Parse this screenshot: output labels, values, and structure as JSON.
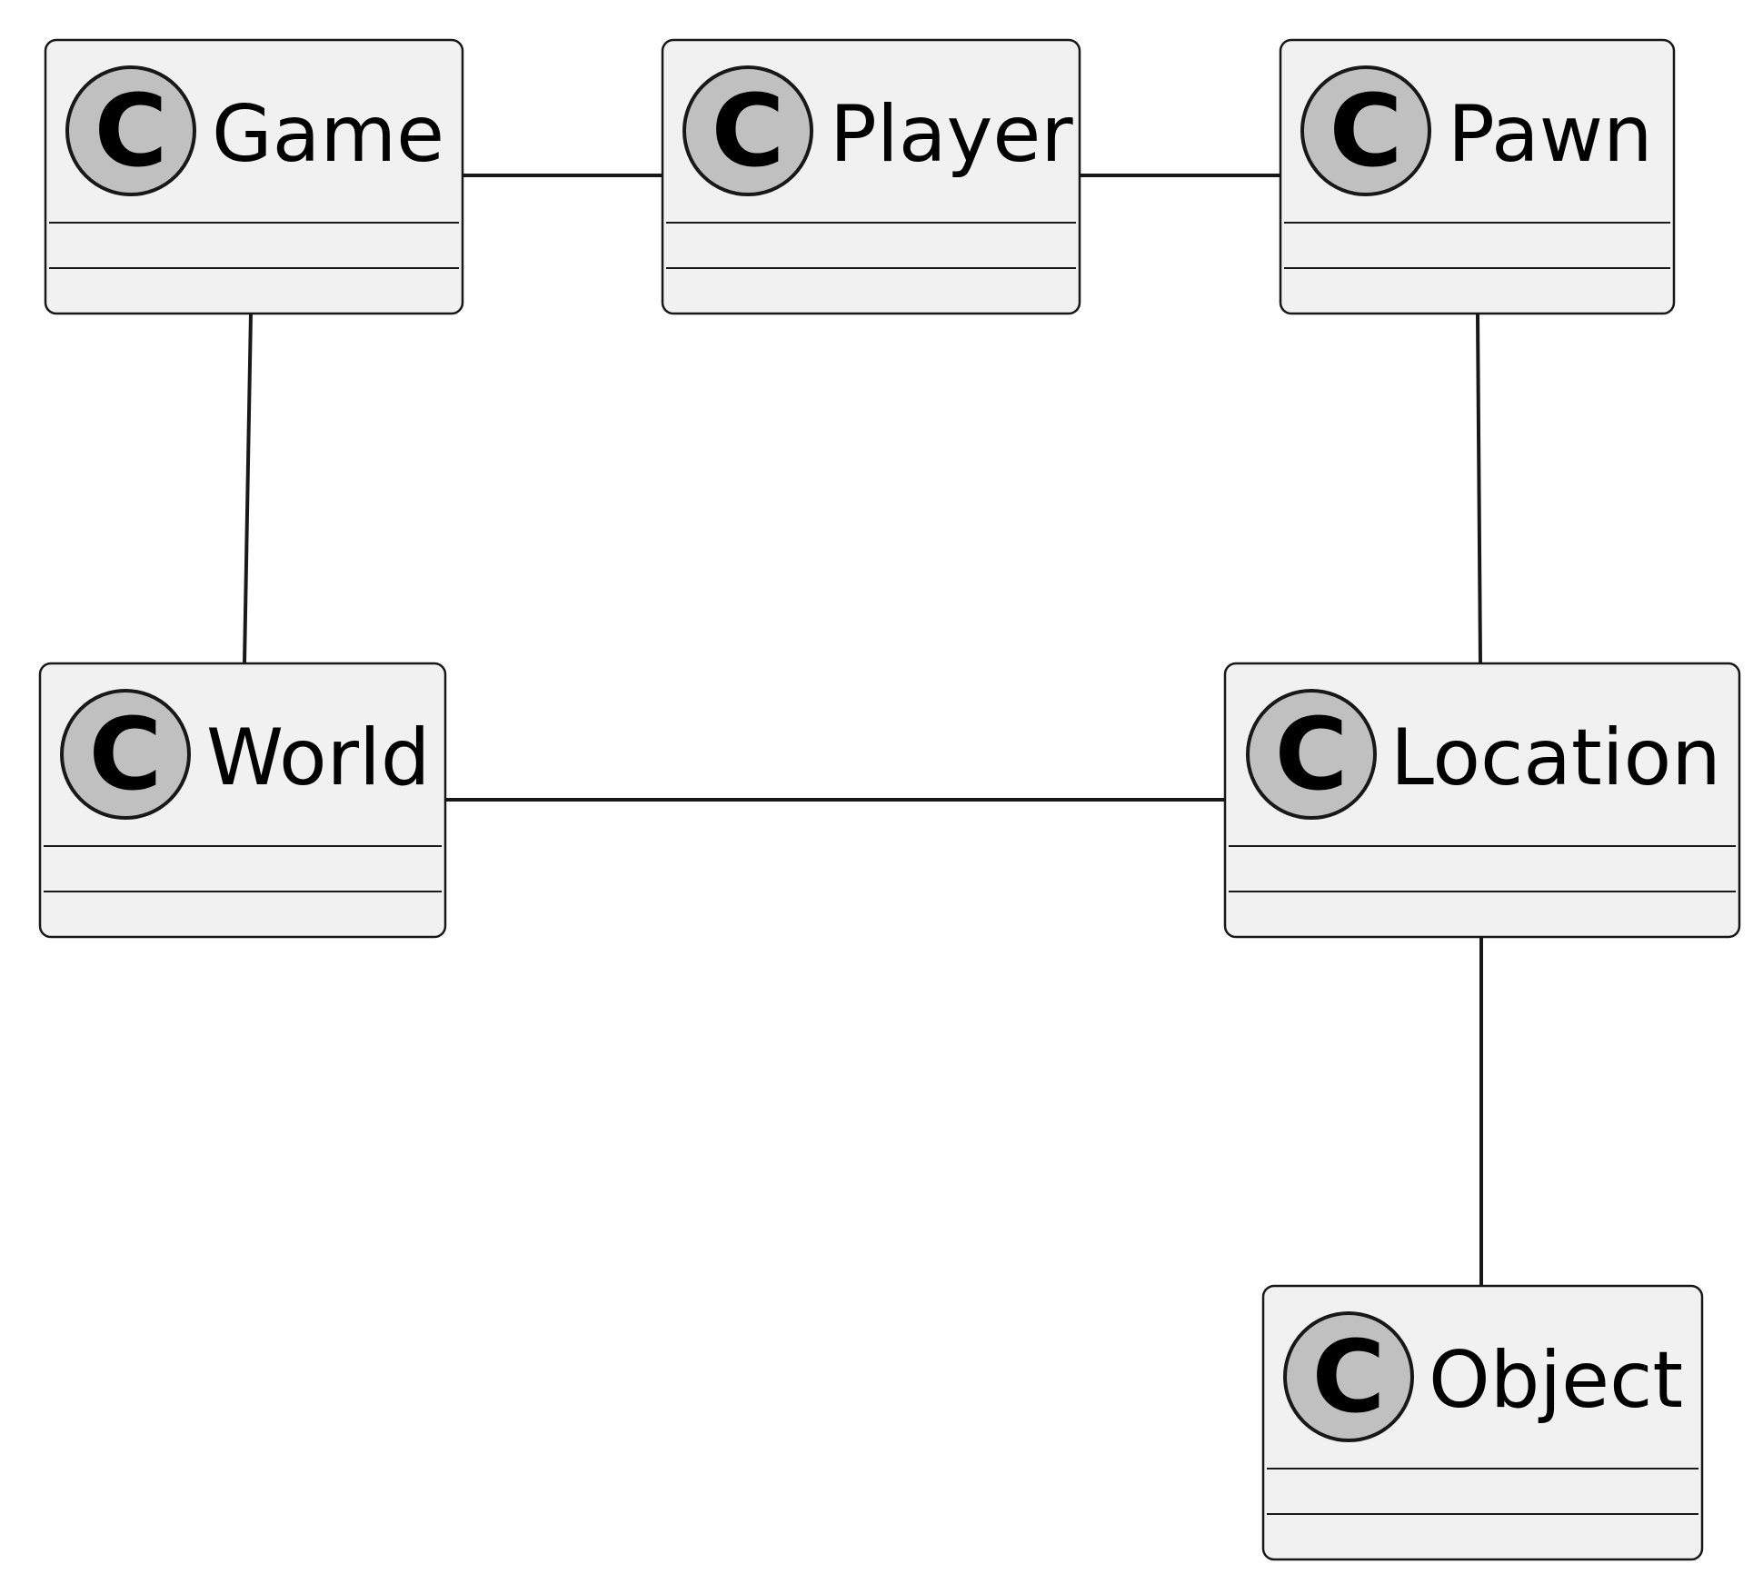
{
  "diagram": {
    "type": "uml-class-diagram",
    "classes": {
      "game": {
        "name": "Game",
        "stereotype_letter": "C"
      },
      "player": {
        "name": "Player",
        "stereotype_letter": "C"
      },
      "pawn": {
        "name": "Pawn",
        "stereotype_letter": "C"
      },
      "world": {
        "name": "World",
        "stereotype_letter": "C"
      },
      "location": {
        "name": "Location",
        "stereotype_letter": "C"
      },
      "object": {
        "name": "Object",
        "stereotype_letter": "C"
      }
    },
    "associations": [
      {
        "from": "Game",
        "to": "Player"
      },
      {
        "from": "Player",
        "to": "Pawn"
      },
      {
        "from": "Game",
        "to": "World"
      },
      {
        "from": "Pawn",
        "to": "Location"
      },
      {
        "from": "World",
        "to": "Location"
      },
      {
        "from": "Location",
        "to": "Object"
      }
    ],
    "colors": {
      "box_fill": "#f1f1f1",
      "stroke": "#181818",
      "badge_fill": "#c0c0c0",
      "text": "#000000"
    }
  }
}
